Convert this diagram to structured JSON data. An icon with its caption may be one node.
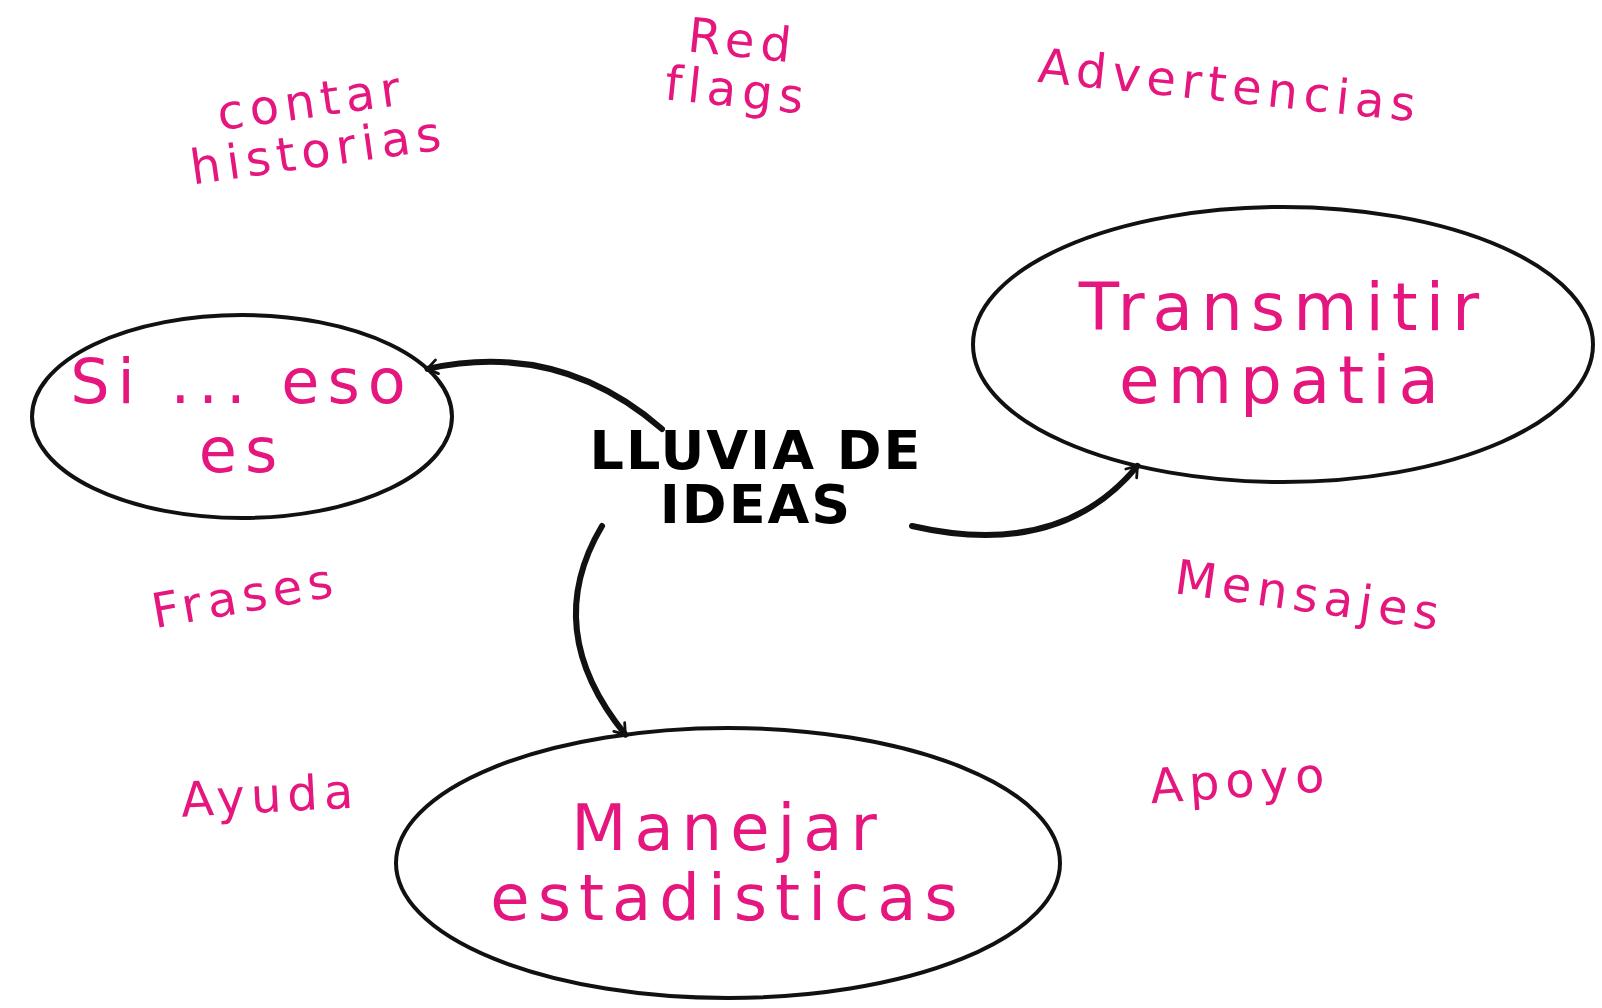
{
  "diagram": {
    "nodes": [
      {
        "text": [
          "Si ... eso es"
        ]
      },
      {
        "text": [
          "Transmitir empatia"
        ]
      },
      {
        "text": [
          "LLUVIA DE IDEAS"
        ]
      },
      {
        "text": [
          "Manejar estadisticas"
        ]
      }
    ],
    "edges": [
      {
        "from": 2,
        "to": 0,
        "arrow": "to"
      },
      {
        "from": 2,
        "to": 1,
        "arrow": "to"
      },
      {
        "from": 2,
        "to": 3,
        "arrow": "to"
      }
    ],
    "labels": [
      "contar historias",
      "Red flags",
      "Advertencias",
      "Frases",
      "Mensajes",
      "Ayuda",
      "Apoyo"
    ]
  }
}
